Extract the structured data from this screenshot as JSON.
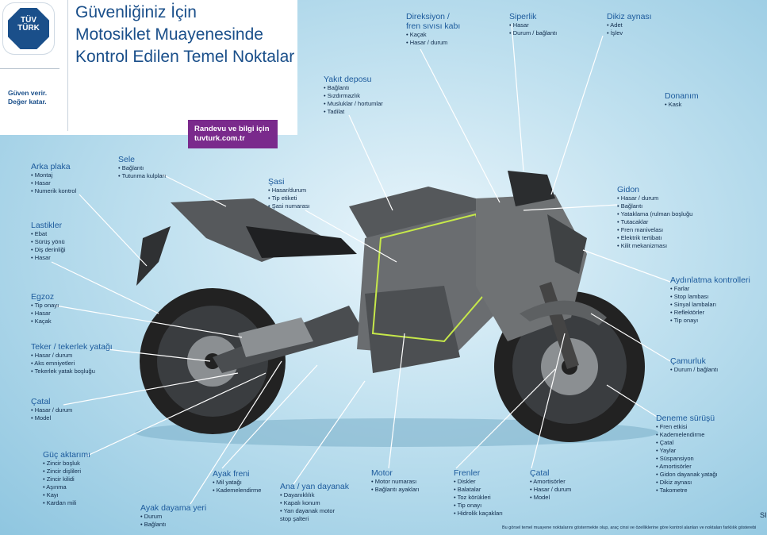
{
  "header": {
    "logo_lines": [
      "TÜV",
      "TÜRK"
    ],
    "slogan": [
      "Güven verir.",
      "Değer katar."
    ],
    "title": [
      "Güvenliğiniz İçin",
      "Motosiklet Muayenesinde",
      "Kontrol Edilen Temel Noktalar"
    ]
  },
  "promo": {
    "line1": "Randevu ve bilgi için",
    "line2": "tuvturk.com.tr"
  },
  "labels": [
    {
      "key": "arka-plaka",
      "title": "Arka plaka",
      "items": [
        "Montaj",
        "Hasar",
        "Numerik kontrol"
      ]
    },
    {
      "key": "sele",
      "title": "Sele",
      "items": [
        "Bağlantı",
        "Tutunma kulpları"
      ]
    },
    {
      "key": "sasi",
      "title": "Şasi",
      "items": [
        "Hasar/durum",
        "Tip etiketi",
        "Şasi numarası"
      ]
    },
    {
      "key": "yakit-deposu",
      "title": "Yakıt deposu",
      "items": [
        "Bağlantı",
        "Sızdırmazlık",
        "Musluklar / hortumlar",
        "Tadilat"
      ]
    },
    {
      "key": "direksiyon",
      "title": "Direksiyon /\nfren sıvısı kabı",
      "items": [
        "Kaçak",
        "Hasar / durum"
      ]
    },
    {
      "key": "siperlik",
      "title": "Siperlik",
      "items": [
        "Hasar",
        "Durum / bağlantı"
      ]
    },
    {
      "key": "dikiz-aynasi",
      "title": "Dikiz aynası",
      "items": [
        "Adet",
        "İşlev"
      ]
    },
    {
      "key": "donanim",
      "title": "Donanım",
      "items": [
        "Kask"
      ]
    },
    {
      "key": "gidon",
      "title": "Gidon",
      "items": [
        "Hasar / durum",
        "Bağlantı",
        "Yataklama (rulman boşluğu",
        "Tutacaklar",
        "Fren manivelası",
        "Elektrik tertibatı",
        "Kilit mekanizması"
      ]
    },
    {
      "key": "lastikler",
      "title": "Lastikler",
      "items": [
        "Ebat",
        "Sürüş yönü",
        "Diş derinliği",
        "Hasar"
      ]
    },
    {
      "key": "egzoz",
      "title": "Egzoz",
      "items": [
        "Tip onayı",
        "Hasar",
        "Kaçak"
      ]
    },
    {
      "key": "aydinlatma",
      "title": "Aydınlatma kontrolleri",
      "items": [
        "Farlar",
        "Stop lambası",
        "Sinyal lambaları",
        "Reflektörler",
        "Tip onayı"
      ]
    },
    {
      "key": "teker",
      "title": "Teker / tekerlek yatağı",
      "items": [
        "Hasar / durum",
        "Aks emniyetleri",
        "Tekerlek yatak boşluğu"
      ]
    },
    {
      "key": "camurluk",
      "title": "Çamurluk",
      "items": [
        "Durum / bağlantı"
      ]
    },
    {
      "key": "catal-arka",
      "title": "Çatal",
      "items": [
        "Hasar / durum",
        "Model"
      ]
    },
    {
      "key": "deneme-surusu",
      "title": "Deneme sürüşü",
      "items": [
        "Fren etkisi",
        "Kademelendirme",
        "Çatal",
        "Yaylar",
        "Süspansiyon",
        "Amortisörler",
        "Gidon dayanak yatağı",
        "Dikiz aynası",
        "Takometre"
      ]
    },
    {
      "key": "guc-aktarimi",
      "title": "Güç aktarımı",
      "items": [
        "Zincir boşluk",
        "Zincir dişlileri",
        "Zincir kilidi",
        "Aşınma",
        "Kayı",
        "Kardan mili"
      ]
    },
    {
      "key": "ayak-freni",
      "title": "Ayak freni",
      "items": [
        "Mil yatağı",
        "Kademelendirme"
      ]
    },
    {
      "key": "ana-dayanak",
      "title": "Ana / yan dayanak",
      "items": [
        "Dayanıklılık",
        "Kapalı konum",
        "Yan dayanak motor\nstop şalteri"
      ]
    },
    {
      "key": "motor",
      "title": "Motor",
      "items": [
        "Motor numarası",
        "Bağlantı ayakları"
      ]
    },
    {
      "key": "frenler",
      "title": "Frenler",
      "items": [
        "Diskler",
        "Balatalar",
        "Toz körükleri",
        "Tip onayı",
        "Hidrolik kaçakları"
      ]
    },
    {
      "key": "catal-on",
      "title": "Çatal",
      "items": [
        "Amortisörler",
        "Hasar / durum",
        "Model"
      ]
    },
    {
      "key": "ayak-dayama",
      "title": "Ayak dayama yeri",
      "items": [
        "Durum",
        "Bağlantı"
      ]
    }
  ],
  "footer": {
    "disclaimer": "Bu görsel temel muayene noktalarını göstermekte olup, araç cinsi ve özelliklerine göre kontrol alanları ve noktaları farklılık gösterebi",
    "corner": "SI"
  },
  "colors": {
    "brand": "#1a4f8a",
    "heading": "#1c5a9c",
    "promo": "#7a2a8c",
    "bike": "#5b5e60"
  }
}
